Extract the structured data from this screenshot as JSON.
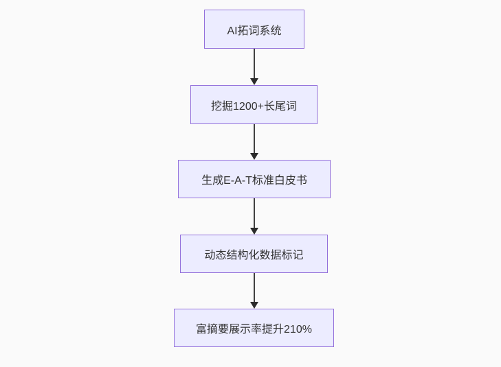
{
  "diagram": {
    "type": "flowchart",
    "direction": "top-down",
    "nodes": [
      {
        "id": "n1",
        "label": "AI拓词系统"
      },
      {
        "id": "n2",
        "label": "挖掘1200+长尾词"
      },
      {
        "id": "n3",
        "label": "生成E-A-T标准白皮书"
      },
      {
        "id": "n4",
        "label": "动态结构化数据标记"
      },
      {
        "id": "n5",
        "label": "富摘要展示率提升210%"
      }
    ],
    "edges": [
      {
        "from": "n1",
        "to": "n2"
      },
      {
        "from": "n2",
        "to": "n3"
      },
      {
        "from": "n3",
        "to": "n4"
      },
      {
        "from": "n4",
        "to": "n5"
      }
    ],
    "colors": {
      "background": "#fafafa",
      "node_fill": "#ececff",
      "node_border": "#9370db",
      "text": "#333333",
      "arrow": "#333333"
    }
  }
}
